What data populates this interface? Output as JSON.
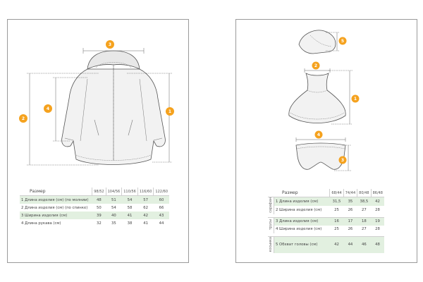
{
  "colors": {
    "accent": "#f5a21e",
    "garment": "#f2f2f2",
    "outline": "#555555",
    "row_shade": "#e2f0e0"
  },
  "jacket": {
    "markers": [
      "3",
      "2",
      "4",
      "1"
    ],
    "table": {
      "title": "Размер",
      "sizes": [
        "98/52",
        "104/56",
        "110/56",
        "116/60",
        "122/60"
      ],
      "rows": [
        {
          "label": "1 Длина изделия (см) (по молнии)",
          "values": [
            "48",
            "51",
            "54",
            "57",
            "60"
          ]
        },
        {
          "label": "2 Длина изделия (см) (по спинке)",
          "values": [
            "50",
            "54",
            "58",
            "62",
            "66"
          ]
        },
        {
          "label": "3 Ширина изделия (см)",
          "values": [
            "39",
            "40",
            "41",
            "42",
            "43"
          ]
        },
        {
          "label": "4 Длина рукава (см)",
          "values": [
            "32",
            "35",
            "38",
            "41",
            "44"
          ]
        }
      ]
    }
  },
  "set": {
    "markers": [
      "5",
      "2",
      "1",
      "4",
      "3"
    ],
    "table": {
      "title": "Размер",
      "sizes": [
        "68/44",
        "74/44",
        "80/48",
        "86/48"
      ],
      "groups": [
        {
          "name": "сарафан",
          "rows": [
            {
              "label": "1 Длина изделия (см)",
              "values": [
                "31,5",
                "35",
                "38,5",
                "42"
              ]
            },
            {
              "label": "2 Ширина изделия (см)",
              "values": [
                "25",
                "26",
                "27",
                "28"
              ]
            }
          ]
        },
        {
          "name": "трусы",
          "rows": [
            {
              "label": "3 Длина изделия (см)",
              "values": [
                "16",
                "17",
                "18",
                "19"
              ]
            },
            {
              "label": "4 Ширина изделия (см)",
              "values": [
                "25",
                "26",
                "27",
                "28"
              ]
            }
          ]
        },
        {
          "name": "косынка",
          "rows": [
            {
              "label": "5 Обхват головы (см)",
              "values": [
                "42",
                "44",
                "46",
                "48"
              ]
            }
          ]
        }
      ]
    }
  }
}
